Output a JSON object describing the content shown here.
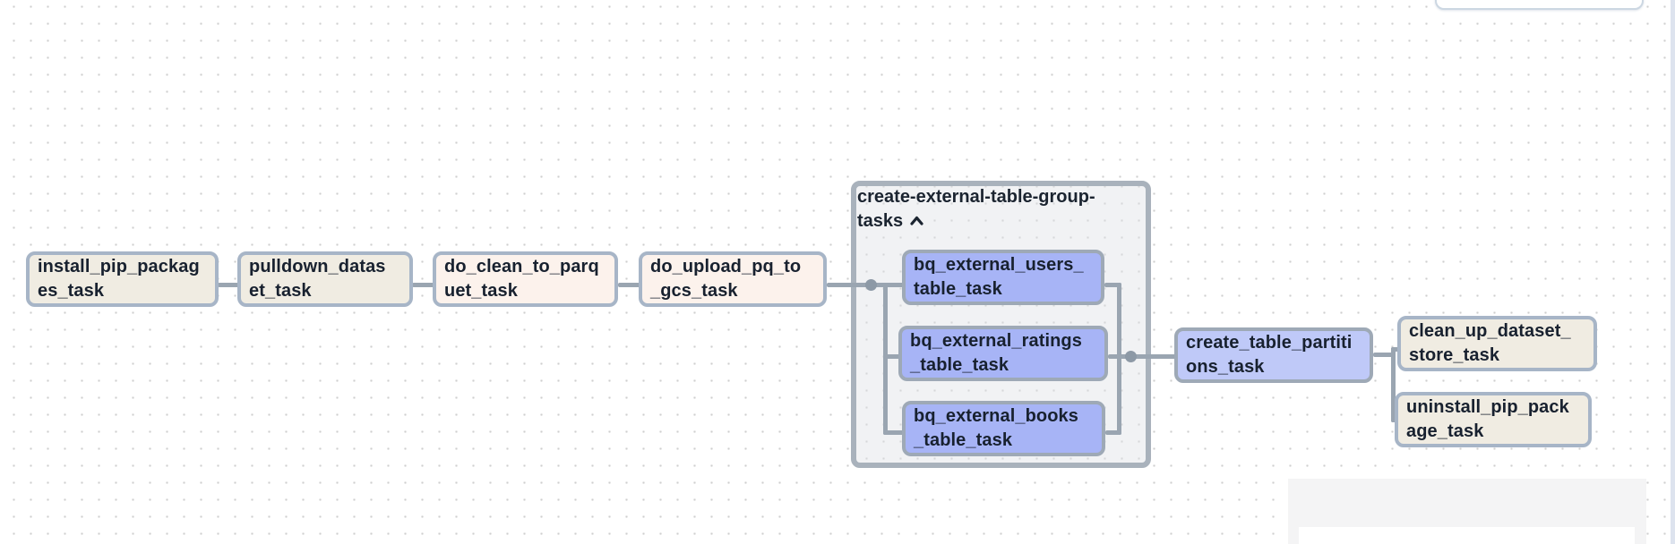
{
  "view": {
    "kind": "dag-graph-canvas",
    "group": {
      "label": "create-external-table-group-tasks",
      "label_line1": "create-external-table-group-",
      "label_line2": "tasks",
      "collapse_icon": "chevron-up-icon",
      "expanded": true
    },
    "nodes": [
      {
        "id": "install_pip_packages_task",
        "label": "install_pip_packages_task",
        "lines": [
          "install_pip_packag",
          "es_task"
        ],
        "state_color": "#f0ece2"
      },
      {
        "id": "pulldown_dataset_task",
        "label": "pulldown_dataset_task",
        "lines": [
          "pulldown_datas",
          "et_task"
        ],
        "state_color": "#f0ece2"
      },
      {
        "id": "do_clean_to_parquet_task",
        "label": "do_clean_to_parquet_task",
        "lines": [
          "do_clean_to_parq",
          "uet_task"
        ],
        "state_color": "#fcf2ec"
      },
      {
        "id": "do_upload_pq_to_gcs_task",
        "label": "do_upload_pq_to_gcs_task",
        "lines": [
          "do_upload_pq_to",
          "_gcs_task"
        ],
        "state_color": "#fcf2ec"
      },
      {
        "id": "bq_external_users_table_task",
        "label": "bq_external_users_table_task",
        "lines": [
          "bq_external_users_",
          "table_task"
        ],
        "state_color": "#a7b4f6"
      },
      {
        "id": "bq_external_ratings_table_task",
        "label": "bq_external_ratings_table_task",
        "lines": [
          "bq_external_ratings",
          "_table_task"
        ],
        "state_color": "#a7b4f6"
      },
      {
        "id": "bq_external_books_table_task",
        "label": "bq_external_books_table_task",
        "lines": [
          "bq_external_books",
          "_table_task"
        ],
        "state_color": "#a7b4f6"
      },
      {
        "id": "create_table_partitions_task",
        "label": "create_table_partitions_task",
        "lines": [
          "create_table_partiti",
          "ons_task"
        ],
        "state_color": "#bfc9f8"
      },
      {
        "id": "clean_up_dataset_store_task",
        "label": "clean_up_dataset_store_task",
        "lines": [
          "clean_up_dataset_",
          "store_task"
        ],
        "state_color": "#f0ece2"
      },
      {
        "id": "uninstall_pip_package_task",
        "label": "uninstall_pip_package_task",
        "lines": [
          "uninstall_pip_pack",
          "age_task"
        ],
        "state_color": "#f0ece2"
      }
    ],
    "edges": [
      {
        "from": "install_pip_packages_task",
        "to": "pulldown_dataset_task"
      },
      {
        "from": "pulldown_dataset_task",
        "to": "do_clean_to_parquet_task"
      },
      {
        "from": "do_clean_to_parquet_task",
        "to": "do_upload_pq_to_gcs_task"
      },
      {
        "from": "do_upload_pq_to_gcs_task",
        "to": "bq_external_users_table_task"
      },
      {
        "from": "do_upload_pq_to_gcs_task",
        "to": "bq_external_ratings_table_task"
      },
      {
        "from": "do_upload_pq_to_gcs_task",
        "to": "bq_external_books_table_task"
      },
      {
        "from": "bq_external_users_table_task",
        "to": "create_table_partitions_task"
      },
      {
        "from": "bq_external_ratings_table_task",
        "to": "create_table_partitions_task"
      },
      {
        "from": "bq_external_books_table_task",
        "to": "create_table_partitions_task"
      },
      {
        "from": "create_table_partitions_task",
        "to": "clean_up_dataset_store_task"
      },
      {
        "from": "create_table_partitions_task",
        "to": "uninstall_pip_package_task"
      }
    ],
    "colors": {
      "node_border": "#a7b5c7",
      "blue_node_border": "#9ea9b6",
      "group_fill": "#f1f2f4",
      "group_border": "#a9b2bc",
      "edge": "#9aa5b1",
      "text": "#18212f",
      "canvas_dot": "#cfcfcf",
      "minimap_fill": "#f4f4f5",
      "minimap_viewport": "#ffffff",
      "scroll_strip": "#dde3ee"
    }
  }
}
